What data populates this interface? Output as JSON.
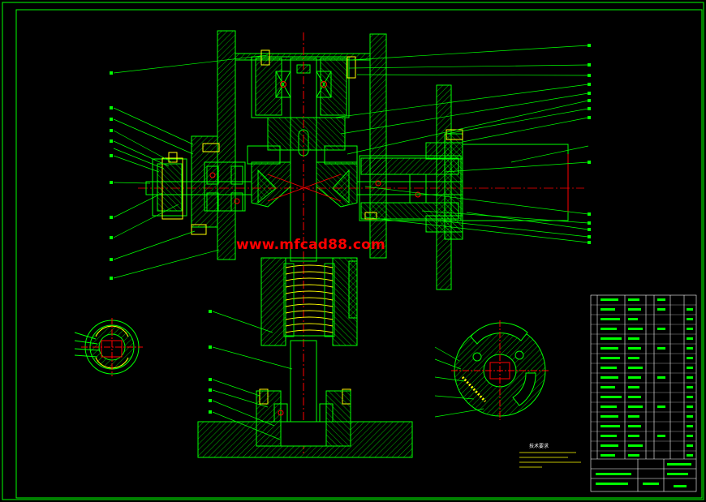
{
  "drawing": {
    "watermark": "www.mfcad88.com",
    "colors": {
      "background": "#000000",
      "frame": "#00ff00",
      "part_outline": "#00ff00",
      "hatch": "#00ff00",
      "center_line": "#ff0000",
      "leader": "#00ff00",
      "highlight": "#ffff00",
      "bolt": "#ffff00",
      "detail": "#ff0000",
      "watermark": "#ff0000",
      "text": "#ffffff"
    },
    "views": [
      "main-section-view",
      "section-A-A",
      "section-B-B",
      "title-block",
      "parts-list",
      "technical-requirements"
    ],
    "tech_requirements_title": "技术要求"
  }
}
